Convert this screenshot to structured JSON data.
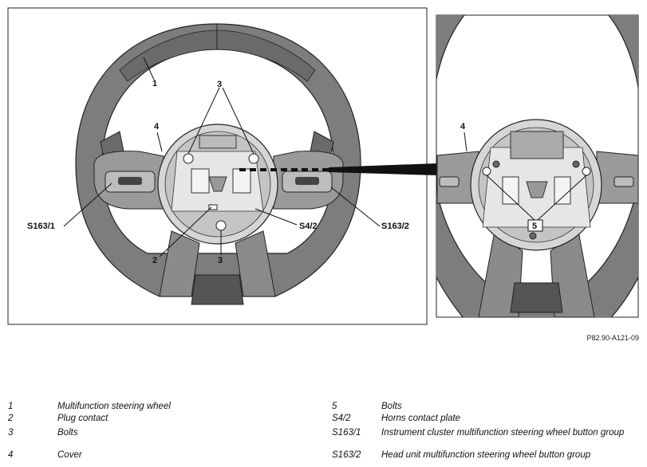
{
  "figure_reference": "P82.90-A121-09",
  "callouts": {
    "c1": "1",
    "c2": "2",
    "c3_top": "3",
    "c3_bottom": "3",
    "c4_main": "4",
    "c4_detail": "4",
    "c5": "5",
    "s163_1": "S163/1",
    "s4_2": "S4/2",
    "s163_2": "S163/2"
  },
  "legend": {
    "left": [
      {
        "num": "1",
        "text": "Multifunction steering wheel"
      },
      {
        "num": "2",
        "text": "Plug contact"
      },
      {
        "num": "3",
        "text": "Bolts"
      },
      {
        "num": "4",
        "text": "Cover"
      }
    ],
    "right": [
      {
        "num": "5",
        "text": "Bolts"
      },
      {
        "num": "S4/2",
        "text": "Horns contact plate"
      },
      {
        "num": "S163/1",
        "text": "Instrument cluster multifunction steering wheel button group"
      },
      {
        "num": "S163/2",
        "text": "Head unit multifunction steering wheel button group"
      }
    ]
  }
}
